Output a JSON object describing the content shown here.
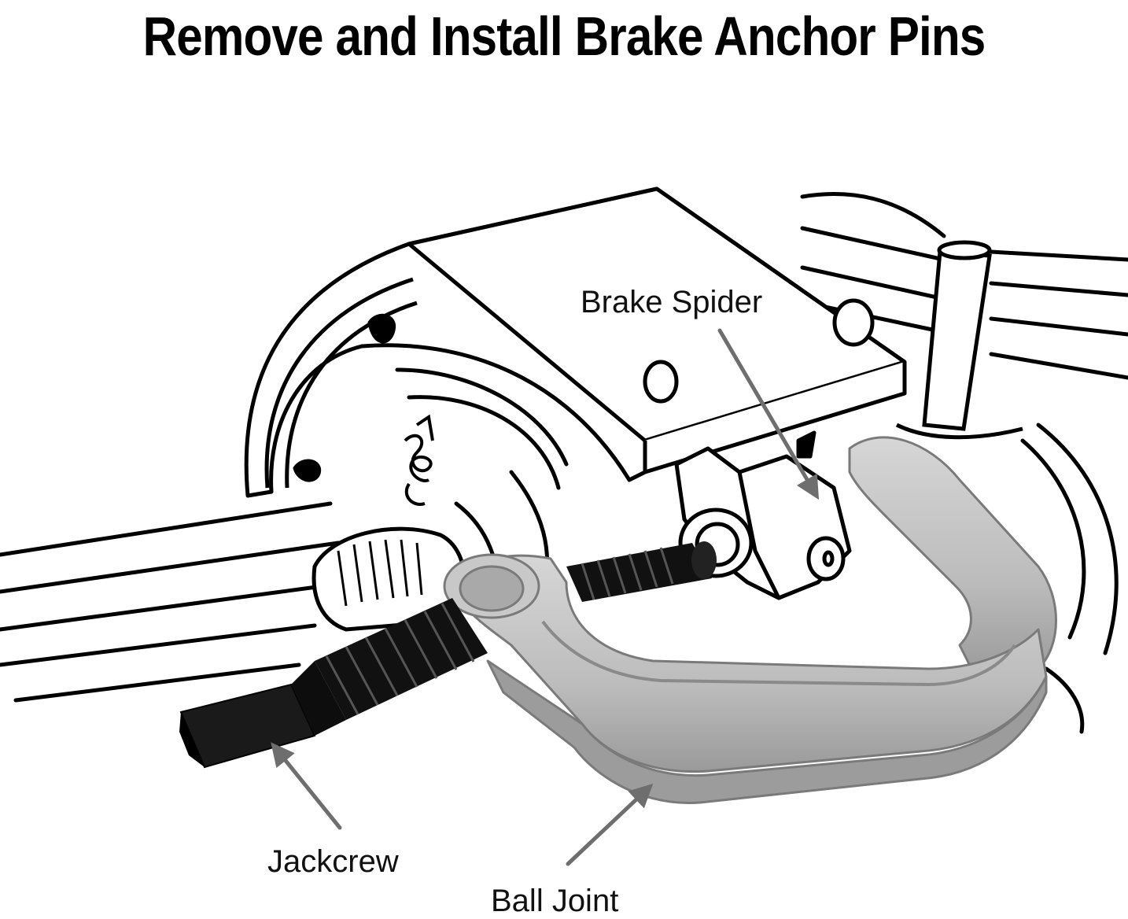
{
  "title": "Remove and Install Brake Anchor Pins",
  "labels": {
    "brake_spider": "Brake Spider",
    "jackscrew": "Jackcrew",
    "ball_joint": "Ball Joint"
  },
  "colors": {
    "ink": "#000000",
    "clamp": "#b9b9b9",
    "clamp_shadow": "#8e8e8e",
    "arrow": "#6e6e6e"
  }
}
